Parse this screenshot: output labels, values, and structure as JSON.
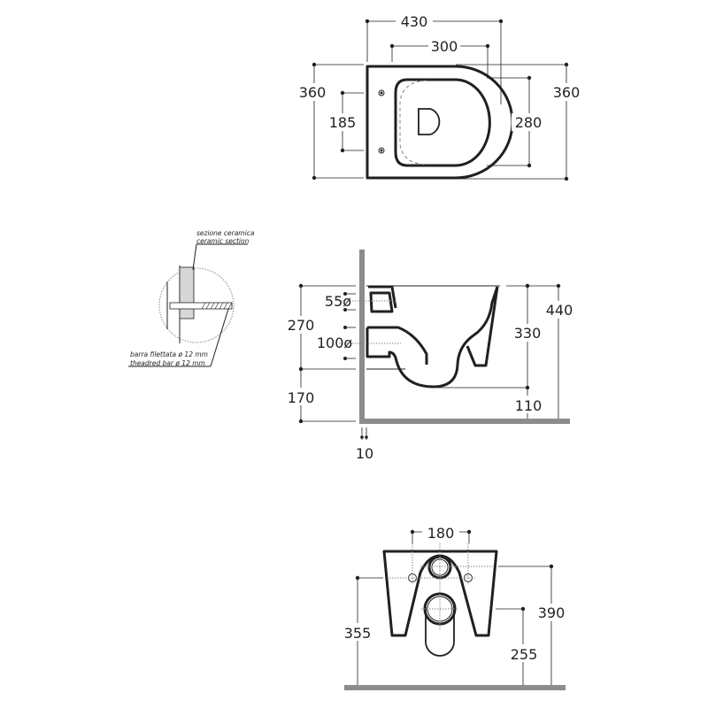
{
  "views": {
    "top": {
      "dims": {
        "overall_length": "430",
        "seat_length": "300",
        "width_left": "360",
        "width_right": "360",
        "fixing_spacing": "185",
        "bowl_width": "280"
      }
    },
    "detail": {
      "label_it": "sezione ceramica",
      "label_en": "ceramic section",
      "bar_it": "barra filettata ø 12 mm",
      "bar_en": "theadred bar ø 12 mm"
    },
    "side": {
      "dims": {
        "inlet_diameter": "55ø",
        "outlet_diameter": "100ø",
        "height_to_rim": "270",
        "floor_to_bottom": "170",
        "wall_gap": "10",
        "bowl_height": "330",
        "total_height": "440",
        "trap_clearance": "110"
      }
    },
    "rear": {
      "dims": {
        "fixing_spacing": "180",
        "fixing_height": "355",
        "inlet_height": "390",
        "outlet_height": "255"
      }
    }
  },
  "colors": {
    "line": "#231f20",
    "wall": "#8c8c8e",
    "background": "#ffffff"
  }
}
